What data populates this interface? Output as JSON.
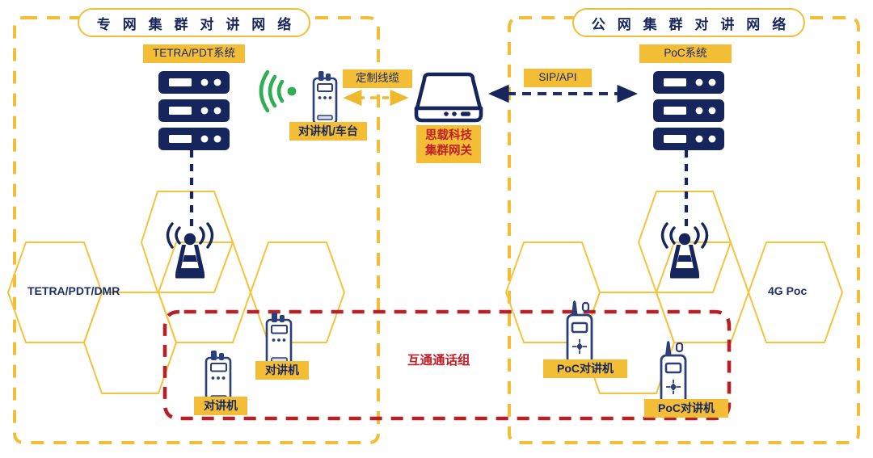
{
  "diagram": {
    "title_left": "专 网 集 群 对 讲 网 络",
    "title_right": "公 网 集 群 对 讲 网 络"
  },
  "colors": {
    "yellow": "#F3BE36",
    "yellow_line": "#F5C33C",
    "navy": "#16265C",
    "navy_line": "#1B2E66",
    "red": "#C12027",
    "green": "#2FAE54",
    "white": "#FFFFFF"
  },
  "left_network": {
    "system_label": "TETRA/PDT系统",
    "radio_label": "对讲机/车台",
    "cell_label": "TETRA/PDT/DMR",
    "terminal_1_label": "对讲机",
    "terminal_2_label": "对讲机"
  },
  "center": {
    "cable_label": "定制线缆",
    "gateway_label_line1": "思载科技",
    "gateway_label_line2": "集群网关",
    "api_label": "SIP/API",
    "talkgroup_label": "互通通话组"
  },
  "right_network": {
    "system_label": "PoC系统",
    "cell_label": "4G Poc",
    "terminal_1_label": "PoC对讲机",
    "terminal_2_label": "PoC对讲机"
  },
  "icons": {
    "server_rack": "server-rack-icon",
    "walkie_talkie": "walkie-talkie-icon",
    "poc_radio": "poc-radio-icon",
    "gateway_box": "gateway-device-icon",
    "tower": "cell-tower-icon",
    "wifi_waves": "wifi-signal-icon"
  }
}
